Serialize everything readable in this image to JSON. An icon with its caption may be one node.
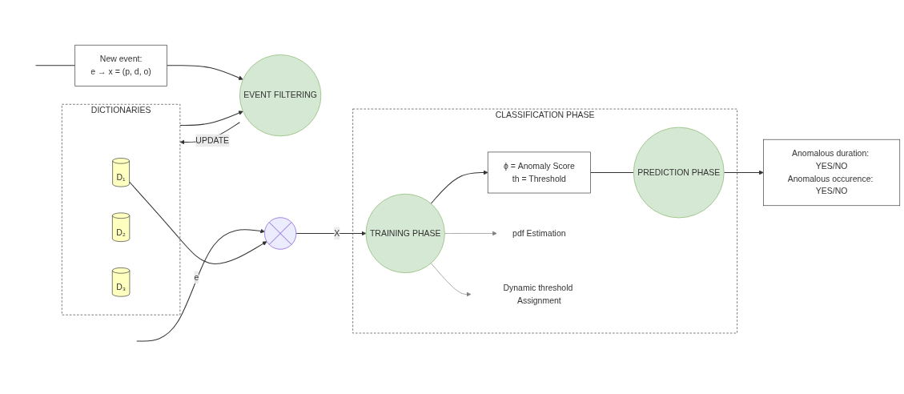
{
  "diagram": {
    "nodes": [
      {
        "text": [
          "DICTIONARIES"
        ]
      },
      {
        "text": [
          "D₁"
        ],
        "in": 0
      },
      {
        "text": [
          "D₂"
        ],
        "in": 0
      },
      {
        "text": [
          "D₃"
        ],
        "in": 0
      },
      {
        "text": [
          "New event:",
          "e → x = (p, d, o)"
        ]
      },
      {
        "text": [
          "EVENT FILTERING"
        ]
      },
      {
        "text": [],
        "shape": "circle"
      },
      {
        "text": [
          "CLASSIFICATION PHASE"
        ]
      },
      {
        "text": [
          "TRAINING PHASE"
        ],
        "in": 7
      },
      {
        "text": [
          "ϕ = Anomaly Score",
          "th = Threshold"
        ],
        "in": 7
      },
      {
        "text": [
          "PREDICTION PHASE"
        ],
        "in": 7
      },
      {
        "text": [
          "pdf Estimation"
        ],
        "in": 7
      },
      {
        "text": [
          "Dynamic threshold Assignment"
        ],
        "in": 7
      },
      {
        "text": [
          "Anomalous duration: YES/NO",
          "Anomalous occurence: YES/NO"
        ]
      }
    ],
    "edges": [
      {
        "from": null,
        "to": 4,
        "arrow": "none"
      },
      {
        "from": 4,
        "to": 5,
        "arrow": "to"
      },
      {
        "from": null,
        "to": 6,
        "arrow": "to",
        "label": "e"
      },
      {
        "from": 1,
        "to": 6,
        "arrow": "to"
      },
      {
        "from": 0,
        "to": 5,
        "arrow": "to"
      },
      {
        "from": 5,
        "to": 0,
        "arrow": "to",
        "label": "UPDATE"
      },
      {
        "from": 6,
        "to": 8,
        "arrow": "to",
        "label": "X"
      },
      {
        "from": 8,
        "to": 9,
        "arrow": "to"
      },
      {
        "from": 9,
        "to": 10,
        "arrow": "none"
      },
      {
        "from": 10,
        "to": 13,
        "arrow": "to"
      },
      {
        "from": 8,
        "to": 11,
        "arrow": "to",
        "color": "#808080"
      },
      {
        "from": 8,
        "to": 12,
        "arrow": "to",
        "color": "#808080"
      }
    ]
  }
}
